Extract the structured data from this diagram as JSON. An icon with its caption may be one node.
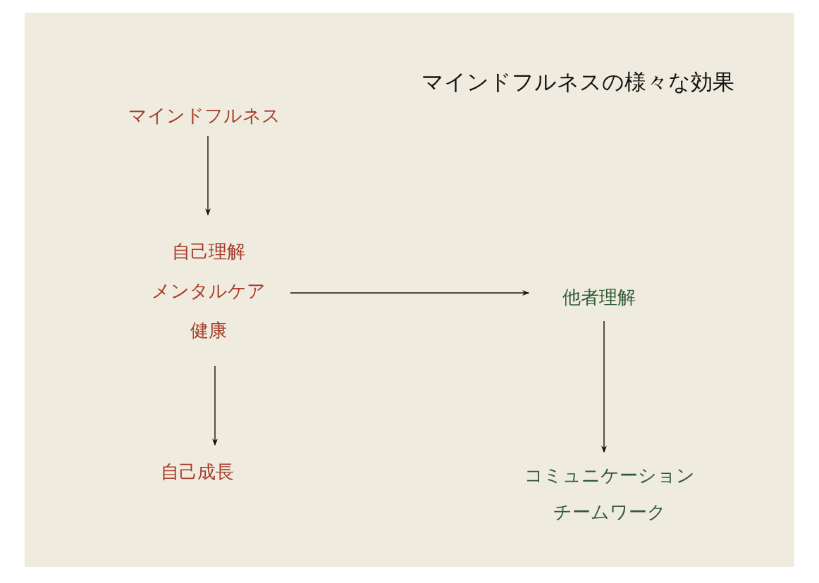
{
  "diagram": {
    "title": "マインドフルネスの様々な効果",
    "nodes": [
      {
        "text": [
          "マインドフルネス"
        ]
      },
      {
        "text": [
          "自己理解",
          "メンタルケア",
          "健康"
        ]
      },
      {
        "text": [
          "他者理解"
        ]
      },
      {
        "text": [
          "自己成長"
        ]
      },
      {
        "text": [
          "コミュニケーション",
          "チームワーク"
        ]
      }
    ],
    "edges": [
      {
        "from": 0,
        "to": 1,
        "arrow": "to"
      },
      {
        "from": 1,
        "to": 2,
        "arrow": "to"
      },
      {
        "from": 1,
        "to": 3,
        "arrow": "to"
      },
      {
        "from": 2,
        "to": 4,
        "arrow": "to"
      }
    ]
  }
}
